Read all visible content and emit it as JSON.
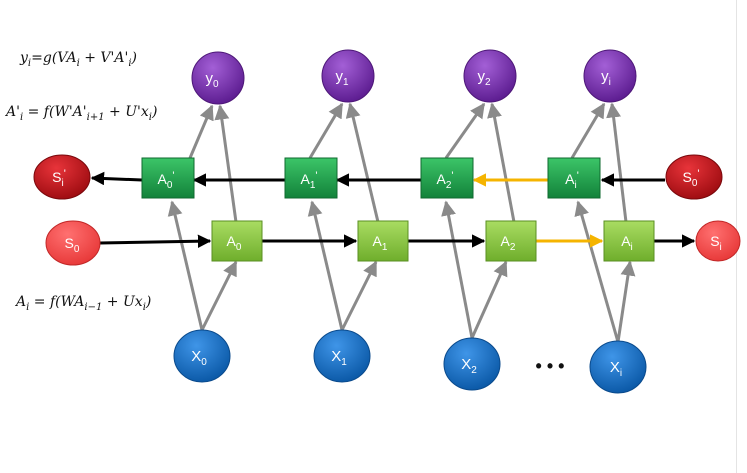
{
  "equations": {
    "y": {
      "lhs": "y",
      "lhs_sub": "i",
      "rhs": "=g(VA",
      "rhs_sub": "i",
      "rhs2": " + V'A'",
      "rhs2_sub": "i",
      "rhs3": ")"
    },
    "a_back": {
      "lhs": "A'",
      "lhs_sub": "i",
      "rhs": " = f(W'A'",
      "rhs_sub": "i+1",
      "rhs2": " + U'x",
      "rhs2_sub": "i",
      "rhs3": ")"
    },
    "a_fwd": {
      "lhs": "A",
      "lhs_sub": "i",
      "rhs": " = f(WA",
      "rhs_sub": "i−1",
      "rhs2": " + Ux",
      "rhs2_sub": "i",
      "rhs3": ")"
    }
  },
  "outputs": [
    {
      "base": "y",
      "sub": "0"
    },
    {
      "base": "y",
      "sub": "1"
    },
    {
      "base": "y",
      "sub": "2"
    },
    {
      "base": "y",
      "sub": "i"
    }
  ],
  "backward_cells": [
    {
      "base": "A",
      "sub": "0",
      "sup": "'"
    },
    {
      "base": "A",
      "sub": "1",
      "sup": "'"
    },
    {
      "base": "A",
      "sub": "2",
      "sup": "'"
    },
    {
      "base": "A",
      "sub": "i",
      "sup": "'"
    }
  ],
  "forward_cells": [
    {
      "base": "A",
      "sub": "0"
    },
    {
      "base": "A",
      "sub": "1"
    },
    {
      "base": "A",
      "sub": "2"
    },
    {
      "base": "A",
      "sub": "i"
    }
  ],
  "inputs": [
    {
      "base": "X",
      "sub": "0"
    },
    {
      "base": "X",
      "sub": "1"
    },
    {
      "base": "X",
      "sub": "2"
    },
    {
      "base": "X",
      "sub": "i"
    }
  ],
  "states": {
    "s_i_prime": {
      "base": "S",
      "sub": "i",
      "sup": "'"
    },
    "s_0_prime": {
      "base": "S",
      "sub": "0",
      "sup": "'"
    },
    "s_0": {
      "base": "S",
      "sub": "0"
    },
    "s_i": {
      "base": "S",
      "sub": "i"
    }
  },
  "ellipsis": "• • •",
  "colors": {
    "output_node": "#7a2fb0",
    "input_node": "#1a6fc2",
    "backward_cell": "#22a84e",
    "forward_cell": "#8cc63f",
    "dark_state": "#c8141c",
    "light_state": "#f04a4a",
    "connector": "#8a8a8a",
    "recurrent_arrow": "#000000",
    "skip_arrow": "#f5b400"
  }
}
